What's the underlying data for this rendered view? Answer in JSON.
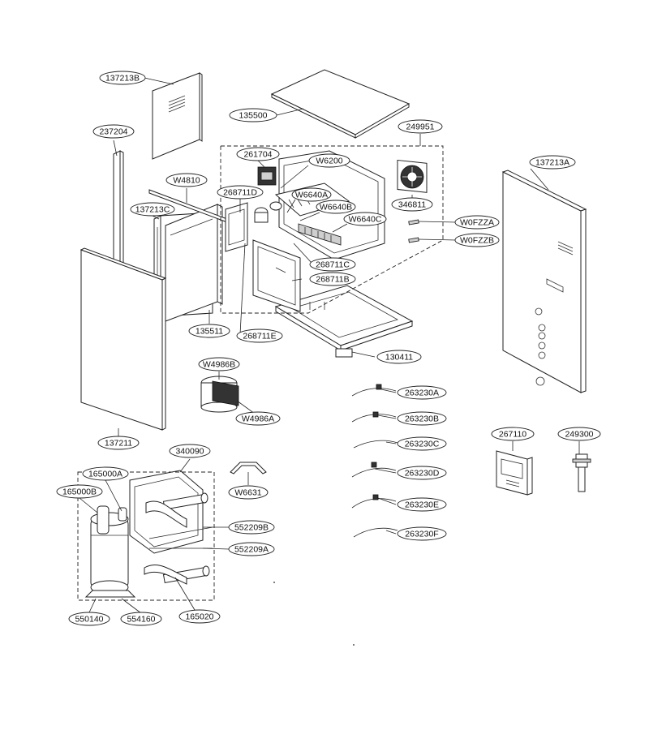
{
  "diagram": {
    "callouts": [
      {
        "id": "137213B",
        "label": "137213B"
      },
      {
        "id": "135500",
        "label": "135500"
      },
      {
        "id": "237204",
        "label": "237204"
      },
      {
        "id": "249951",
        "label": "249951"
      },
      {
        "id": "261704",
        "label": "261704"
      },
      {
        "id": "W6200",
        "label": "W6200"
      },
      {
        "id": "137213A",
        "label": "137213A"
      },
      {
        "id": "W4810",
        "label": "W4810"
      },
      {
        "id": "268711D",
        "label": "268711D"
      },
      {
        "id": "W6640A",
        "label": "W6640A"
      },
      {
        "id": "W6640B",
        "label": "W6640B"
      },
      {
        "id": "346811",
        "label": "346811"
      },
      {
        "id": "137213C",
        "label": "137213C"
      },
      {
        "id": "W6640C",
        "label": "W6640C"
      },
      {
        "id": "W0FZZA",
        "label": "W0FZZA"
      },
      {
        "id": "W0FZZB",
        "label": "W0FZZB"
      },
      {
        "id": "268711C",
        "label": "268711C"
      },
      {
        "id": "268711B",
        "label": "268711B"
      },
      {
        "id": "135511",
        "label": "135511"
      },
      {
        "id": "268711E",
        "label": "268711E"
      },
      {
        "id": "130411",
        "label": "130411"
      },
      {
        "id": "W4986B",
        "label": "W4986B"
      },
      {
        "id": "263230A",
        "label": "263230A"
      },
      {
        "id": "W4986A",
        "label": "W4986A"
      },
      {
        "id": "263230B",
        "label": "263230B"
      },
      {
        "id": "137211",
        "label": "137211"
      },
      {
        "id": "267110",
        "label": "267110"
      },
      {
        "id": "249300",
        "label": "249300"
      },
      {
        "id": "263230C",
        "label": "263230C"
      },
      {
        "id": "340090",
        "label": "340090"
      },
      {
        "id": "263230D",
        "label": "263230D"
      },
      {
        "id": "165000A",
        "label": "165000A"
      },
      {
        "id": "165000B",
        "label": "165000B"
      },
      {
        "id": "W6631",
        "label": "W6631"
      },
      {
        "id": "263230E",
        "label": "263230E"
      },
      {
        "id": "552209B",
        "label": "552209B"
      },
      {
        "id": "263230F",
        "label": "263230F"
      },
      {
        "id": "552209A",
        "label": "552209A"
      },
      {
        "id": "550140",
        "label": "550140"
      },
      {
        "id": "554160",
        "label": "554160"
      },
      {
        "id": "165020",
        "label": "165020"
      }
    ]
  }
}
